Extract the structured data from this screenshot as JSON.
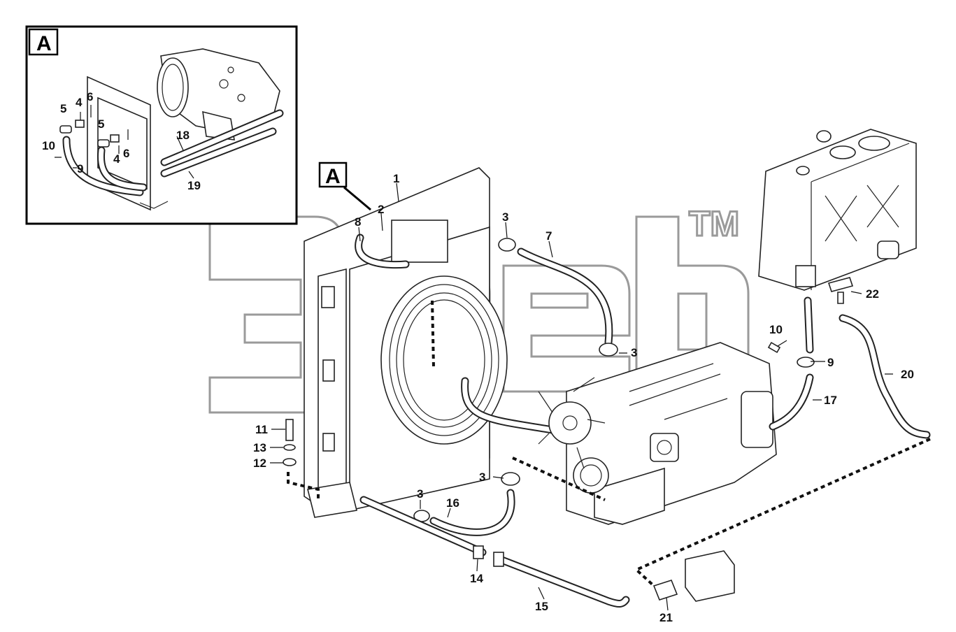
{
  "detail_view": {
    "label": "A"
  },
  "view_marker": {
    "label": "A"
  },
  "watermark": {
    "mark": "TM"
  },
  "callouts": {
    "c1": "1",
    "c2": "2",
    "c3a": "3",
    "c3b": "3",
    "c3c": "3",
    "c3d": "3",
    "c7": "7",
    "c8": "8",
    "c9": "9",
    "c10": "10",
    "c11": "11",
    "c12": "12",
    "c13": "13",
    "c14": "14",
    "c15": "15",
    "c16": "16",
    "c17": "17",
    "c20": "20",
    "c21": "21",
    "c22": "22",
    "ia4a": "4",
    "ia4b": "4",
    "ia5a": "5",
    "ia5b": "5",
    "ia6a": "6",
    "ia6b": "6",
    "ia9": "9",
    "ia10": "10",
    "ia18": "18",
    "ia19": "19"
  }
}
